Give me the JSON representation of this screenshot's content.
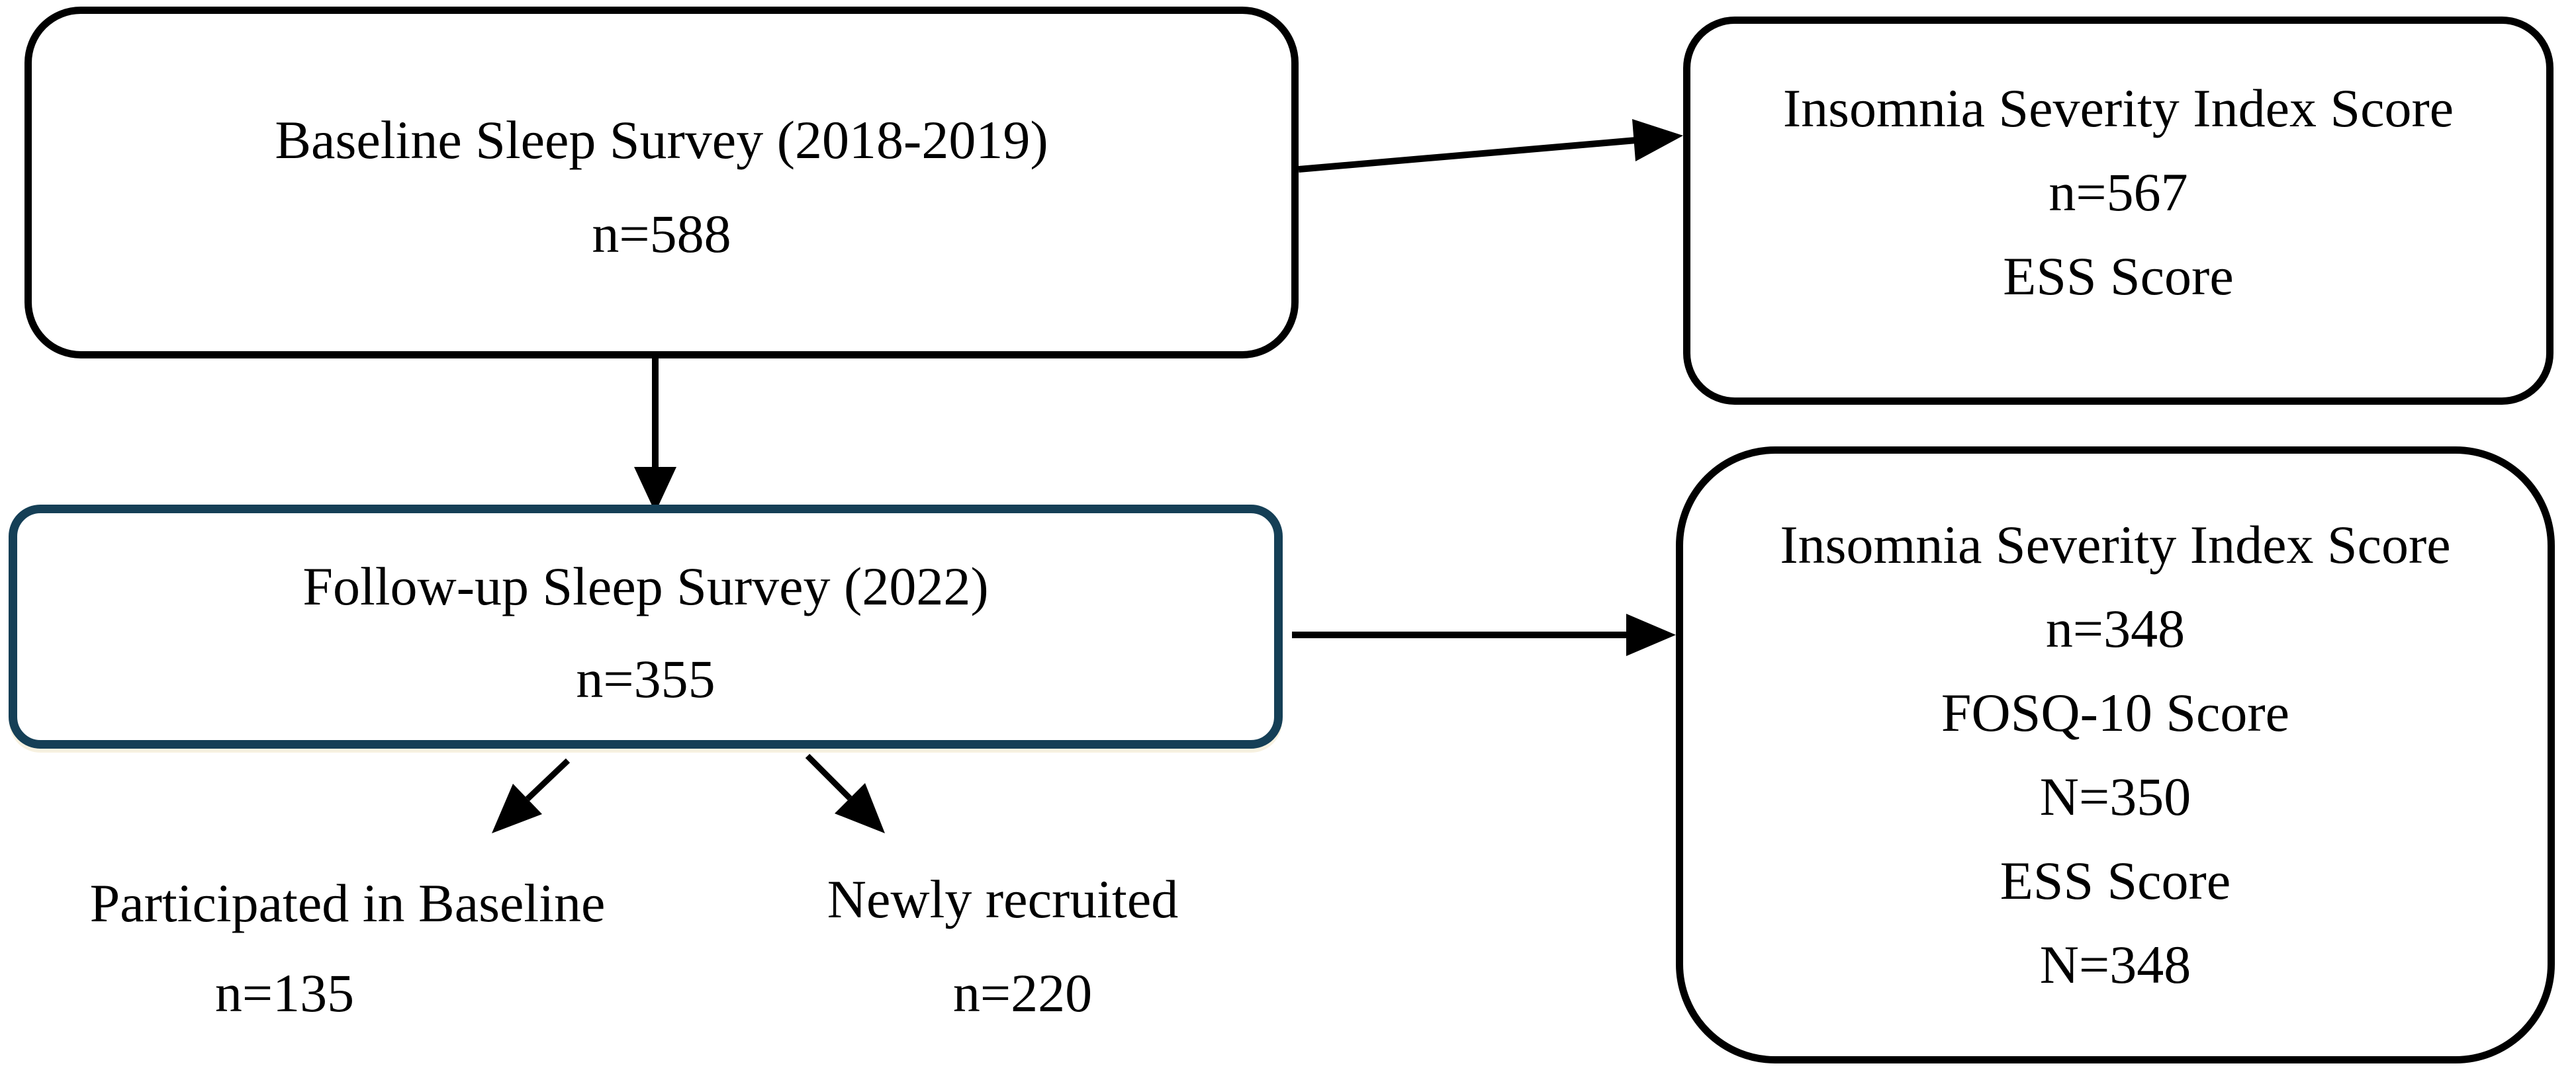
{
  "figure": {
    "type": "study-flow-diagram",
    "boxes": {
      "baseline": {
        "lines": [
          "Baseline Sleep Survey (2018-2019)",
          "n=588"
        ]
      },
      "isi_top": {
        "lines": [
          "Insomnia Severity Index Score",
          "n=567",
          "ESS Score"
        ]
      },
      "followup": {
        "lines": [
          "Follow-up Sleep Survey (2022)",
          "n=355"
        ]
      },
      "isi_bottom": {
        "lines": [
          "Insomnia Severity Index Score",
          "n=348",
          "FOSQ-10 Score",
          "N=350",
          "ESS Score",
          "N=348"
        ]
      }
    },
    "annotations": {
      "participated": {
        "title": "Participated in Baseline",
        "count": "n=135"
      },
      "newly": {
        "title": "Newly recruited",
        "count": "n=220"
      }
    },
    "colors": {
      "background": "#ffffff",
      "box_border_black": "#000000",
      "followup_border": "#153f56",
      "text": "#000000"
    }
  }
}
